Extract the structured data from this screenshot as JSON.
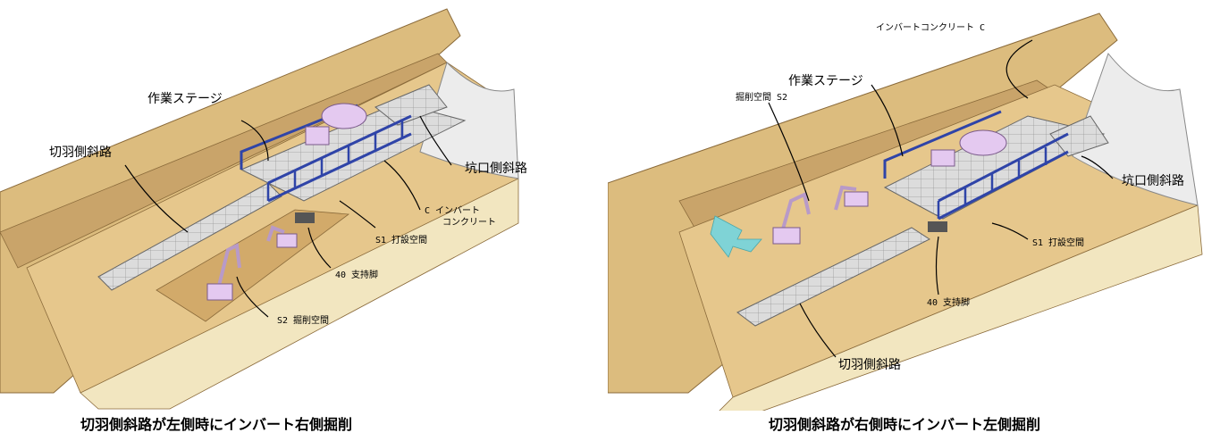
{
  "left": {
    "labels": {
      "work_stage": "作業ステージ",
      "face_ramp": "切羽側斜路",
      "portal_ramp": "坑口側斜路",
      "invert_c_line1": "C インバート",
      "invert_c_line2": "コンクリート",
      "s1": "S1 打設空間",
      "leg40": "40 支持脚",
      "s2": "S2 掘削空間"
    },
    "caption": "切羽側斜路が左側時にインバート右側掘削"
  },
  "right": {
    "labels": {
      "invert_c": "インバートコンクリート C",
      "work_stage": "作業ステージ",
      "s2": "掘削空間 S2",
      "portal_ramp": "坑口側斜路",
      "s1": "S1 打設空間",
      "leg40": "40 支持脚",
      "face_ramp": "切羽側斜路"
    },
    "caption": "切羽側斜路が右側時にインバート左側掘削"
  },
  "colors": {
    "soil_top": "#e3c58f",
    "soil_face": "#f0e2b8",
    "soil_floor": "#e8c88c",
    "stage_grid": "#b0b0b0",
    "stage_rail": "#3347a6",
    "machine": "#e4c9f0",
    "arrow": "#7fd3d6",
    "invert": "#e6e6e6"
  }
}
